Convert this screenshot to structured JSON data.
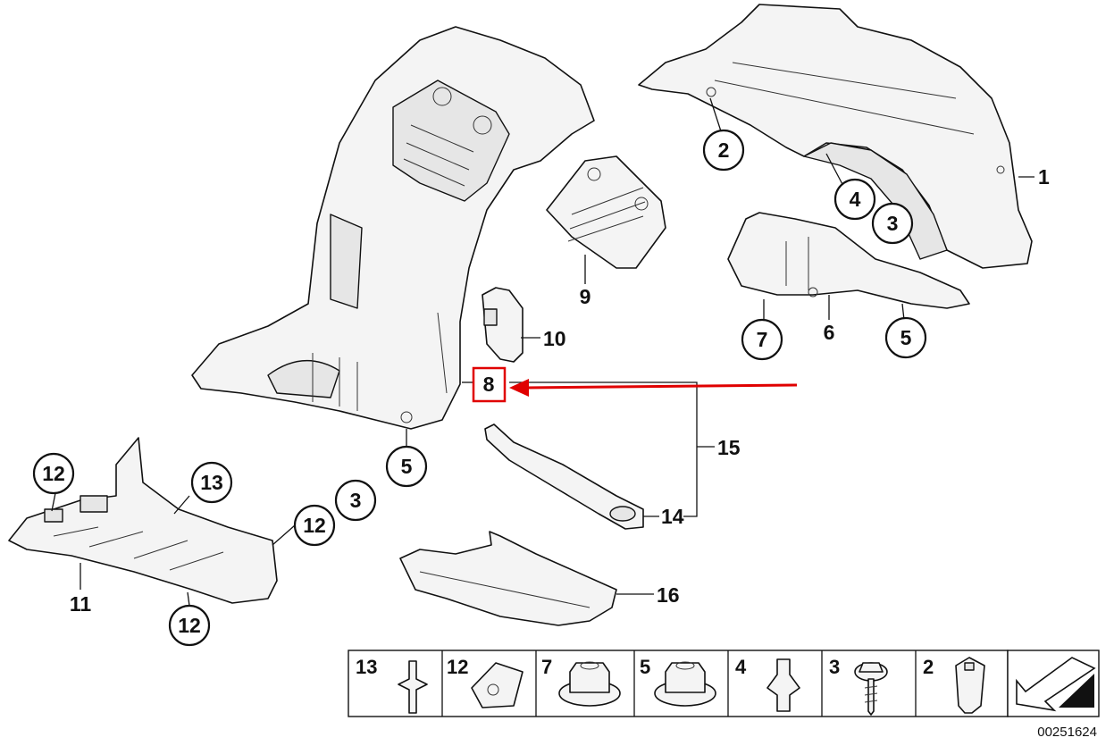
{
  "callouts": {
    "c1": "1",
    "c2": "2",
    "c3a": "3",
    "c4": "4",
    "c5a": "5",
    "c5b": "5",
    "c6": "6",
    "c7": "7",
    "c8": "8",
    "c9": "9",
    "c10": "10",
    "c11": "11",
    "c12a": "12",
    "c12b": "12",
    "c12c": "12",
    "c13": "13",
    "c3b": "3",
    "c14": "14",
    "c15": "15",
    "c16": "16"
  },
  "hardware_strip": {
    "items": [
      "13",
      "12",
      "7",
      "5",
      "4",
      "3",
      "2"
    ]
  },
  "diagram_code": "00251624",
  "highlight": {
    "color": "#e00000"
  }
}
